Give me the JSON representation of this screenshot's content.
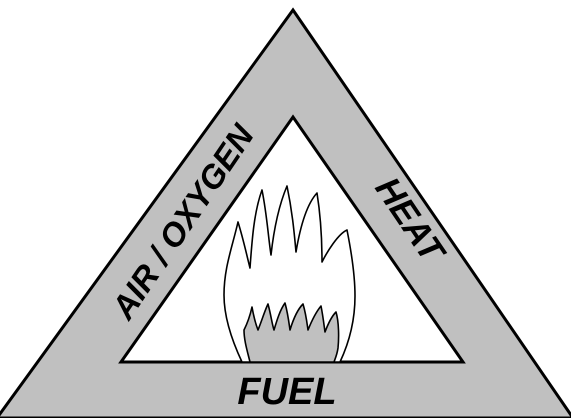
{
  "diagram": {
    "labels": {
      "left": "AIR / OXYGEN",
      "right": "HEAT",
      "bottom": "FUEL"
    },
    "icons": {
      "center": "flame-icon"
    },
    "colors": {
      "band": "#c0c0c0",
      "inner": "#ffffff",
      "stroke": "#000000",
      "flame_inner": "#c0c0c0"
    }
  }
}
